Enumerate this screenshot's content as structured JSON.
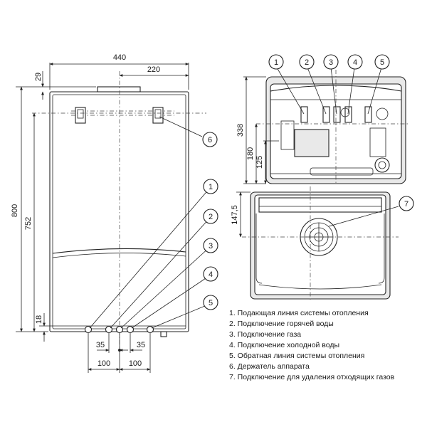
{
  "dimensions": {
    "width_total": "440",
    "width_half": "220",
    "top_offset": "29",
    "height_total": "800",
    "height_body": "752",
    "bottom_offset": "18",
    "bottom_left_35": "35",
    "bottom_right_35": "35",
    "bottom_left_100": "100",
    "bottom_right_100": "100",
    "right_338": "338",
    "right_180": "180",
    "right_125": "125",
    "right_147_5": "147,5"
  },
  "callouts": {
    "front": [
      "1",
      "2",
      "3",
      "4",
      "5"
    ],
    "holder": "6",
    "right_top": [
      "1",
      "2",
      "3",
      "4",
      "5"
    ],
    "flue": "7"
  },
  "legend": [
    "1. Подающая линия системы отопления",
    "2. Подключение горячей воды",
    "3. Подключение газа",
    "4. Подключение холодной воды",
    "5. Обратная линия системы отопления",
    "6. Держатель аппарата",
    "7. Подключение для удаления отходящих газов"
  ],
  "colors": {
    "line": "#222222",
    "panel": "#e9e9e9",
    "background": "#ffffff"
  }
}
